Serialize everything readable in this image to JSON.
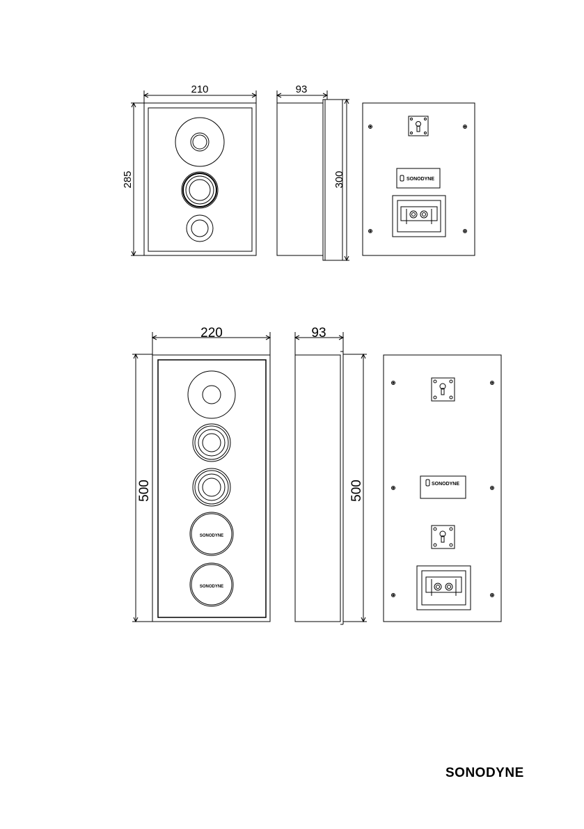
{
  "small_speaker": {
    "width_label": "210",
    "depth_label": "93",
    "height_front_label": "285",
    "height_side_label": "300",
    "back_badge": "SONODYNE"
  },
  "large_speaker": {
    "width_label": "220",
    "depth_label": "93",
    "height_front_label": "500",
    "height_side_label": "500",
    "back_badge": "SONODYNE",
    "driver_brand_1": "SONODYNE",
    "driver_brand_2": "SONODYNE"
  },
  "footer": {
    "brand": "SONODYNE"
  },
  "colors": {
    "line": "#000000",
    "background": "#ffffff"
  }
}
